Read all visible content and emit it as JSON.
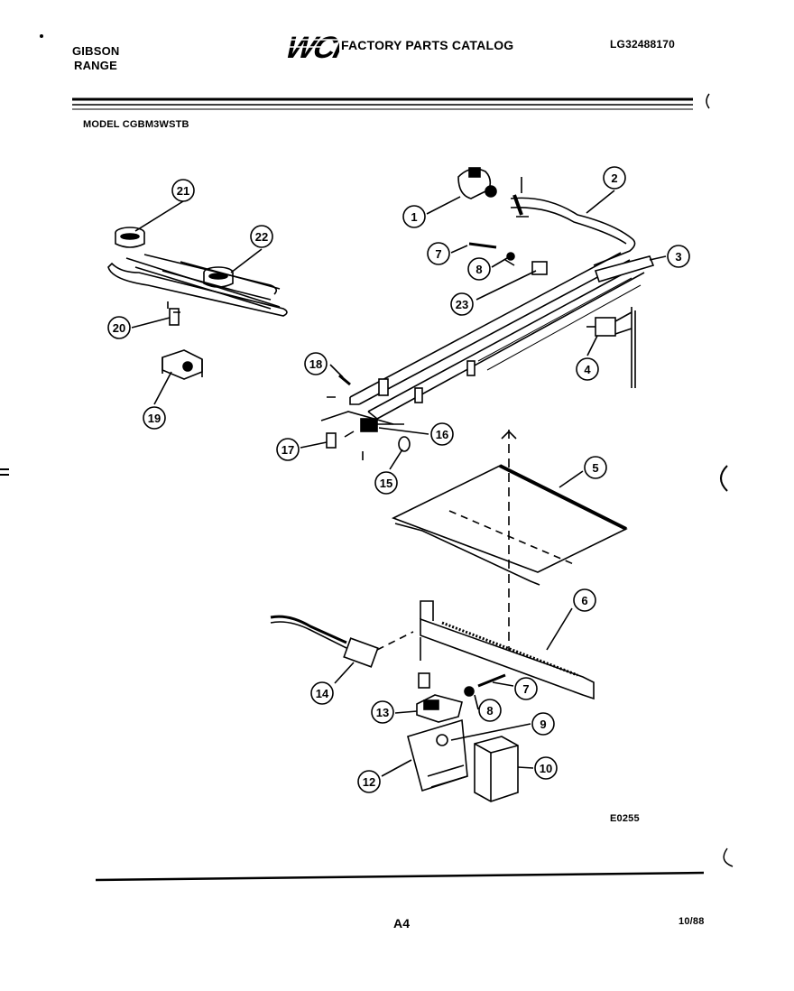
{
  "header": {
    "brand": "GIBSON",
    "product": "RANGE",
    "logo_text": "WCI",
    "catalog_title": "FACTORY PARTS CATALOG",
    "catalog_number": "LG32488170",
    "model": "MODEL CGBM3WSTB"
  },
  "diagram": {
    "code": "E0255",
    "callouts": [
      "1",
      "2",
      "3",
      "4",
      "5",
      "6",
      "7",
      "8",
      "9",
      "10",
      "12",
      "13",
      "14",
      "15",
      "16",
      "17",
      "18",
      "19",
      "20",
      "21",
      "22",
      "23",
      "7",
      "8"
    ]
  },
  "footer": {
    "page_label": "A4",
    "date_code": "10/88"
  }
}
